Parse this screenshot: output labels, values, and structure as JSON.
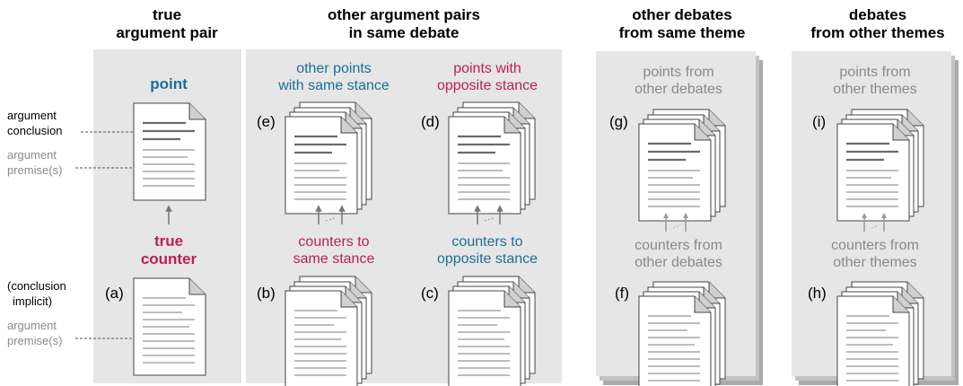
{
  "headers": {
    "col1": [
      "true",
      "argument pair"
    ],
    "col2": [
      "other argument pairs",
      "in same debate"
    ],
    "col3": [
      "other debates",
      "from same theme"
    ],
    "col4": [
      "debates",
      "from other themes"
    ]
  },
  "side_labels": {
    "argument_conclusion": [
      "argument",
      "conclusion"
    ],
    "argument_premises_top": [
      "argument",
      "premise(s)"
    ],
    "conclusion_implicit": [
      "(conclusion",
      "implicit)"
    ],
    "argument_premises_bottom": [
      "argument",
      "premise(s)"
    ]
  },
  "labels": {
    "point": "point",
    "true_counter": [
      "true",
      "counter"
    ],
    "e": [
      "other points",
      "with same stance"
    ],
    "d": [
      "points with",
      "opposite stance"
    ],
    "b": [
      "counters to",
      "same stance"
    ],
    "c": [
      "counters to",
      "opposite stance"
    ],
    "g": [
      "points from",
      "other debates"
    ],
    "f": [
      "counters from",
      "other debates"
    ],
    "i": [
      "points from",
      "other themes"
    ],
    "h": [
      "counters from",
      "other themes"
    ]
  },
  "letters": {
    "a": "(a)",
    "b": "(b)",
    "c": "(c)",
    "d": "(d)",
    "e": "(e)",
    "f": "(f)",
    "g": "(g)",
    "h": "(h)",
    "i": "(i)"
  },
  "colors": {
    "blue": "#1c6f9a",
    "red": "#be1e55",
    "grey_text": "#8a8a8a",
    "panel": "#e6e6e6",
    "line_dark": "#6a6a6a",
    "line_light": "#b8b8b8"
  }
}
